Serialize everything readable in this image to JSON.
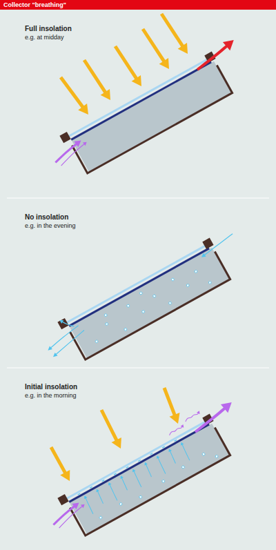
{
  "diagram": {
    "title": "Collector \"breathing\"",
    "labels": [
      "Full insolation",
      "e.g. at midday",
      "No insolation",
      "e.g. in the evening",
      "Initial insolation",
      "e.g. in the morning"
    ]
  }
}
